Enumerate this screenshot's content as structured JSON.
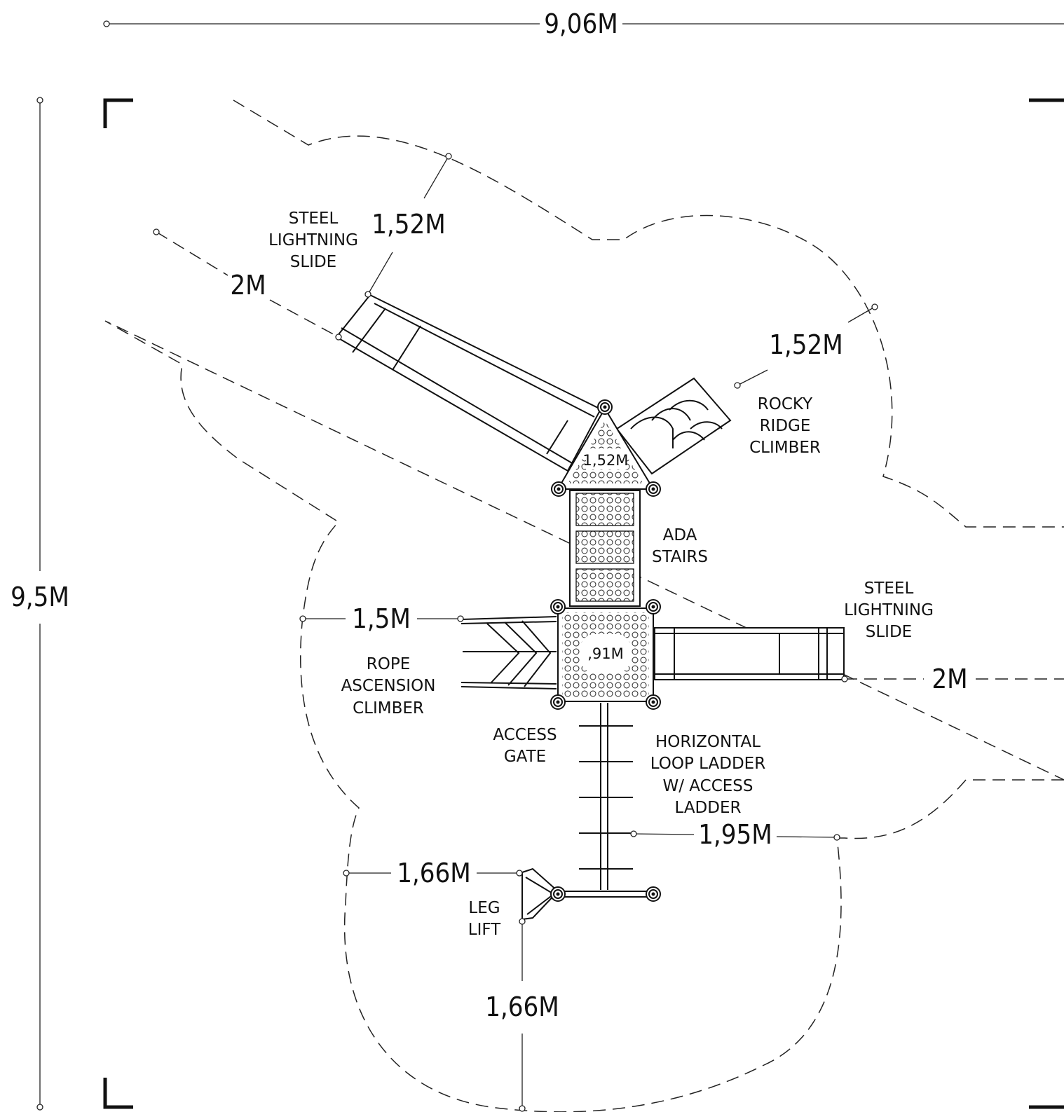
{
  "dimensions": {
    "overall_width": "9,06M",
    "overall_height": "9,5M",
    "slide_top_width": "1,52M",
    "slide_top_length": "2M",
    "rocky_ridge": "1,52M",
    "top_deck": "1,52M",
    "rope_climber": "1,5M",
    "lower_deck": ",91M",
    "slide_right_length": "2M",
    "loop_ladder": "1,95M",
    "leg_lift_width": "1,66M",
    "leg_lift_depth": "1,66M"
  },
  "labels": {
    "slide_top": [
      "STEEL",
      "LIGHTNING",
      "SLIDE"
    ],
    "rocky_ridge": [
      "ROCKY",
      "RIDGE",
      "CLIMBER"
    ],
    "ada_stairs": [
      "ADA",
      "STAIRS"
    ],
    "slide_right": [
      "STEEL",
      "LIGHTNING",
      "SLIDE"
    ],
    "rope_climber": [
      "ROPE",
      "ASCENSION",
      "CLIMBER"
    ],
    "access_gate": [
      "ACCESS",
      "GATE"
    ],
    "loop_ladder": [
      "HORIZONTAL",
      "LOOP LADDER",
      "W/ ACCESS",
      "LADDER"
    ],
    "leg_lift": [
      "LEG",
      "LIFT"
    ]
  }
}
